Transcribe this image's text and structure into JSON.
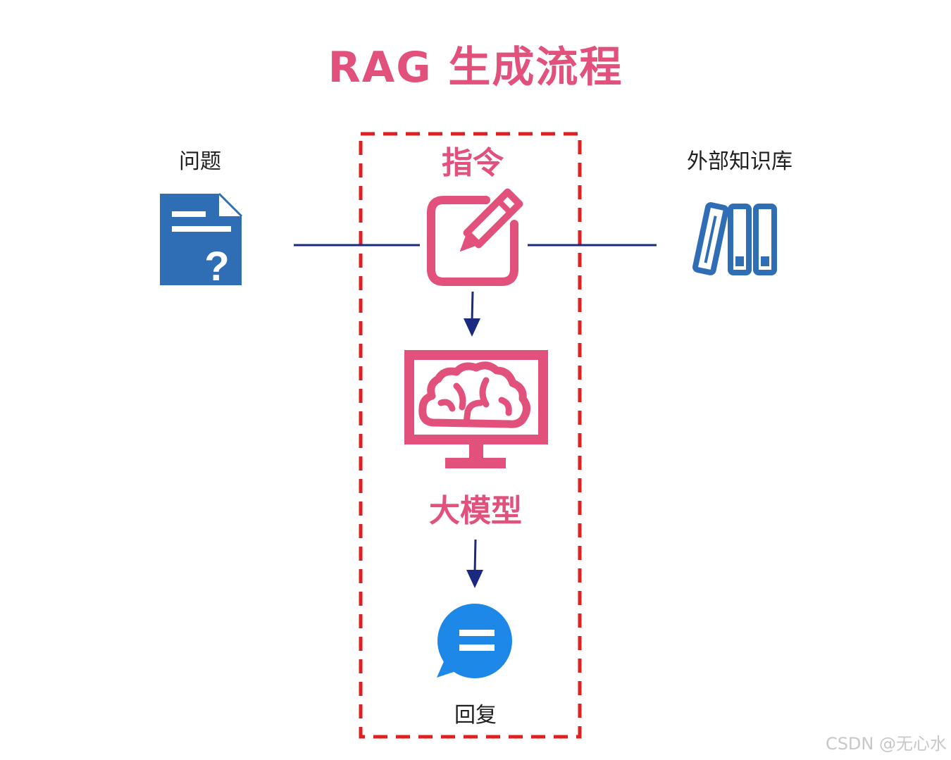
{
  "title": "RAG 生成流程",
  "nodes": {
    "question": "问题",
    "instruction": "指令",
    "knowledge_base": "外部知识库",
    "llm": "大模型",
    "reply": "回复"
  },
  "watermark": "CSDN @无心水",
  "colors": {
    "pink": "#e2507c",
    "navy": "#1a2a80",
    "blue_icon": "#2f6db5",
    "bubble_blue": "#1e88e8",
    "dash_red": "#e02020"
  },
  "icons": {
    "question": "document-question-icon",
    "instruction": "edit-pencil-icon",
    "knowledge_base": "books-icon",
    "llm": "monitor-brain-icon",
    "reply": "chat-bubble-icon"
  }
}
